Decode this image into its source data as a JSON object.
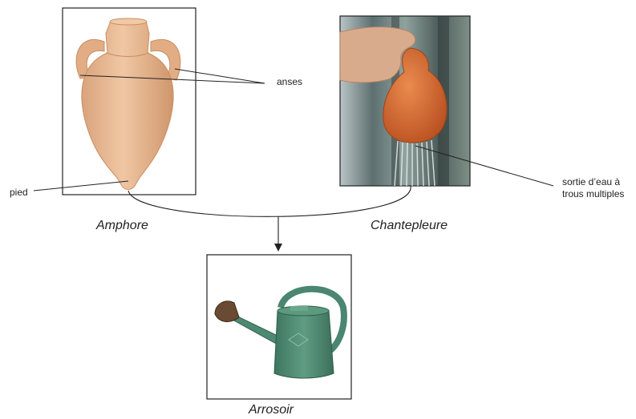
{
  "captions": {
    "amphore": "Amphore",
    "chantepleure": "Chantepleure",
    "arrosoir": "Arrosoir"
  },
  "annotations": {
    "anses": "anses",
    "pied": "pied",
    "sortie_line1": "sortie d’eau à",
    "sortie_line2": "trous multiples"
  },
  "colors": {
    "terracotta_light": "#e6b58f",
    "terracotta_dark": "#d2956a",
    "chantepleure_orange": "#d0622c",
    "watering_can_green": "#4e8a72",
    "frame": "#222222"
  }
}
